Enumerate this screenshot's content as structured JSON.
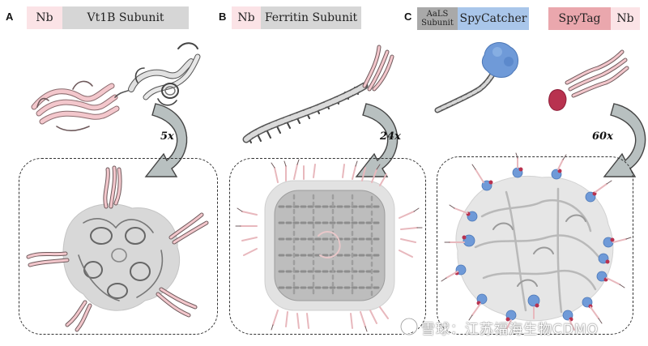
{
  "panels": {
    "a": {
      "letter": "A",
      "nb_label": "Nb",
      "subunit_label": "Vt1B Subunit",
      "multiplier": "5x"
    },
    "b": {
      "letter": "B",
      "nb_label": "Nb",
      "subunit_label": "Ferritin Subunit",
      "multiplier": "24x"
    },
    "c": {
      "letter": "C",
      "aals_line1": "AaLS",
      "aals_line2": "Subunit",
      "spycatcher_label": "SpyCatcher",
      "spytag_label": "SpyTag",
      "nb_label": "Nb",
      "multiplier": "60x"
    }
  },
  "watermark": {
    "text": "雪球：江苏福海生物CDMO"
  },
  "colors": {
    "nb_pink": "#fbe3e6",
    "subunit_grey": "#d6d6d6",
    "spycatcher_blue": "#a9c6ea",
    "spytag_pink": "#eaa7ad",
    "aals_grey": "#a9a9a9",
    "spycatcher_protein": "#6f9ad8",
    "spytag_protein": "#b8324f"
  }
}
